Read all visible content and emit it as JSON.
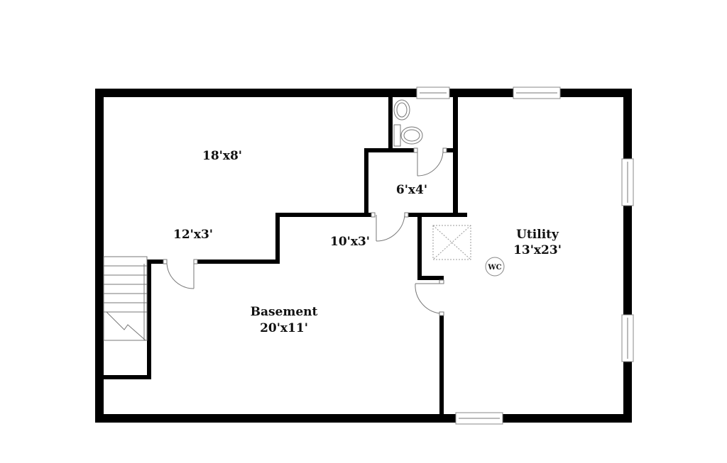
{
  "floorplan": {
    "rooms": [
      {
        "name": "",
        "dims": "18'x8'"
      },
      {
        "name": "",
        "dims": "12'x3'"
      },
      {
        "name": "",
        "dims": "10'x3'"
      },
      {
        "name": "",
        "dims": "6'x4'"
      },
      {
        "name": "Utility",
        "dims": "13'x23'"
      },
      {
        "name": "Basement",
        "dims": "20'x11'"
      }
    ],
    "fixtures": {
      "water_closet_label": "WC"
    }
  }
}
